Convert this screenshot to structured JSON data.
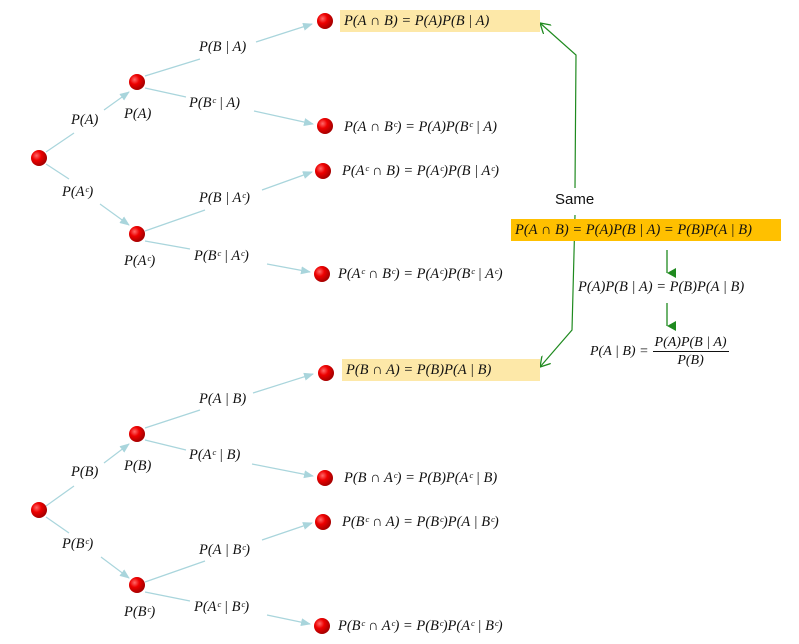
{
  "colors": {
    "node": "#e00000",
    "branch": "#a9d5dc",
    "arrow_green": "#1f8a1f",
    "highlight_light": "#fde8a8",
    "highlight_strong": "#ffc000"
  },
  "tree_a": {
    "root_branch_labels": [
      "P(A)",
      "P(Aᶜ)"
    ],
    "level1_node_labels": [
      "P(A)",
      "P(Aᶜ)"
    ],
    "level2_branch_labels": [
      "P(B | A)",
      "P(Bᶜ | A)",
      "P(B | Aᶜ)",
      "P(Bᶜ | Aᶜ)"
    ],
    "outcomes": [
      "P(A ∩ B) = P(A)P(B | A)",
      "P(A ∩ Bᶜ) = P(A)P(Bᶜ | A)",
      "P(Aᶜ ∩ B) = P(Aᶜ)P(B | Aᶜ)",
      "P(Aᶜ ∩ Bᶜ) = P(Aᶜ)P(Bᶜ | Aᶜ)"
    ]
  },
  "tree_b": {
    "root_branch_labels": [
      "P(B)",
      "P(Bᶜ)"
    ],
    "level1_node_labels": [
      "P(B)",
      "P(Bᶜ)"
    ],
    "level2_branch_labels": [
      "P(A | B)",
      "P(Aᶜ | B)",
      "P(A | Bᶜ)",
      "P(Aᶜ | Bᶜ)"
    ],
    "outcomes": [
      "P(B ∩ A) = P(B)P(A | B)",
      "P(B ∩ Aᶜ) = P(B)P(Aᶜ | B)",
      "P(Bᶜ ∩ A) = P(Bᶜ)P(A | Bᶜ)",
      "P(Bᶜ ∩ Aᶜ) = P(Bᶜ)P(Aᶜ | Bᶜ)"
    ]
  },
  "derivation": {
    "same_label": "Same",
    "combined_equation": "P(A ∩ B) = P(A)P(B | A) = P(B)P(A | B)",
    "step_equation": "P(A)P(B | A) = P(B)P(A | B)",
    "bayes_lhs": "P(A | B) =",
    "bayes_numerator": "P(A)P(B | A)",
    "bayes_denominator": "P(B)"
  }
}
